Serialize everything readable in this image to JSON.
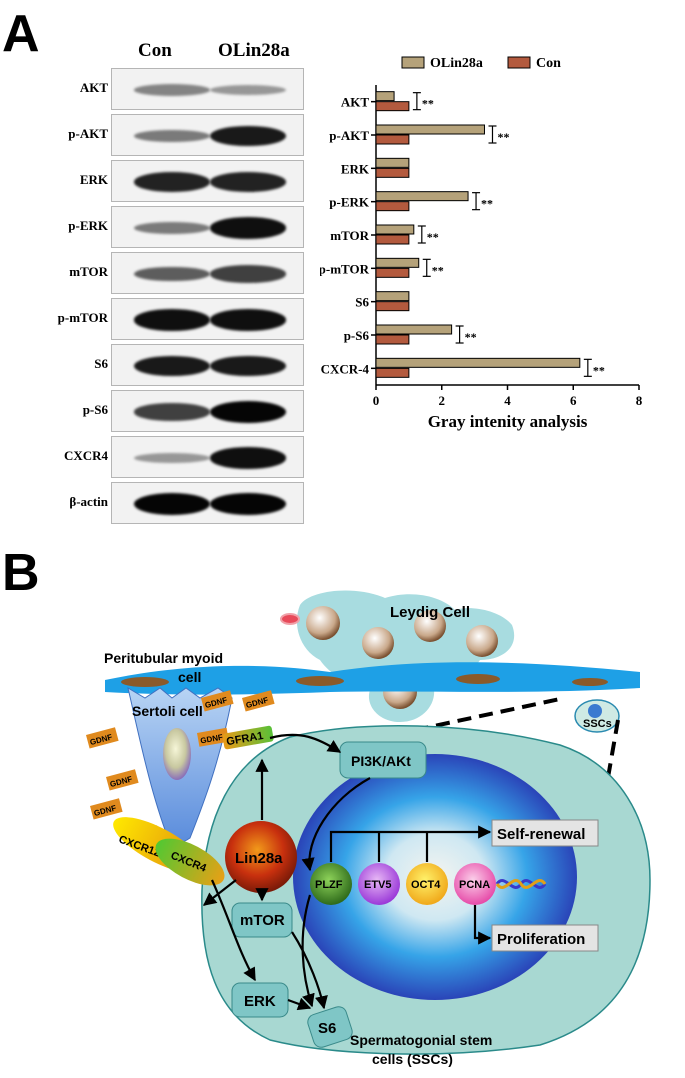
{
  "panel_a": {
    "letter": "A",
    "blot": {
      "col_con": "Con",
      "col_olin": "OLin28a",
      "rows": [
        {
          "label": "AKT",
          "con": 0.35,
          "olin": 0.25
        },
        {
          "label": "p-AKT",
          "con": 0.4,
          "olin": 0.9
        },
        {
          "label": "ERK",
          "con": 0.85,
          "olin": 0.85
        },
        {
          "label": "p-ERK",
          "con": 0.4,
          "olin": 0.95
        },
        {
          "label": "mTOR",
          "con": 0.55,
          "olin": 0.7
        },
        {
          "label": "p-mTOR",
          "con": 0.95,
          "olin": 0.95
        },
        {
          "label": "S6",
          "con": 0.9,
          "olin": 0.9
        },
        {
          "label": "p-S6",
          "con": 0.7,
          "olin": 1.0
        },
        {
          "label": "CXCR4",
          "con": 0.25,
          "olin": 0.95
        },
        {
          "label": "β-actin",
          "con": 1.0,
          "olin": 1.0
        }
      ]
    }
  },
  "chart_data": {
    "type": "bar",
    "orientation": "horizontal",
    "categories": [
      "AKT",
      "p-AKT",
      "ERK",
      "p-ERK",
      "mTOR",
      "p-mTOR",
      "S6",
      "p-S6",
      "CXCR-4"
    ],
    "series": [
      {
        "name": "OLin28a",
        "color": "#b5a27a",
        "values": [
          0.55,
          3.3,
          1.0,
          2.8,
          1.15,
          1.3,
          1.0,
          2.3,
          6.2
        ]
      },
      {
        "name": "Con",
        "color": "#b35a3e",
        "values": [
          1.0,
          1.0,
          1.0,
          1.0,
          1.0,
          1.0,
          1.0,
          1.0,
          1.0
        ]
      }
    ],
    "significance": [
      "**",
      "**",
      "",
      "**",
      "**",
      "**",
      "",
      "**",
      "**"
    ],
    "xlabel": "Gray intenity analysis",
    "ylabel": "",
    "xlim": [
      0,
      8
    ],
    "xticks": [
      "0",
      "2",
      "4",
      "6",
      "8"
    ],
    "grid": false,
    "legend_position": "top"
  },
  "panel_b": {
    "letter": "B",
    "leydig": "Leydig Cell",
    "peritubular": "Peritubular myoid",
    "peritubular_2": "cell",
    "sertoli": "Sertoli cell",
    "ssc_small": "SSCs",
    "gdnf": "GDNF",
    "gfra1": "GFRA1",
    "pi3k": "PI3K/AKt",
    "lin28a": "Lin28a",
    "mtor": "mTOR",
    "erk": "ERK",
    "s6": "S6",
    "cxcr12": "CXCR12",
    "cxcr4": "CXCR4",
    "plzf": "PLZF",
    "etv5": "ETV5",
    "oct4": "OCT4",
    "pcna": "PCNA",
    "self_renewal": "Self-renewal",
    "proliferation": "Proliferation",
    "ssc_label_1": "Spermatogonial stem",
    "ssc_label_2": "cells (SSCs)",
    "colors": {
      "membrane": "#1ea0e6",
      "cell": "#a8d8d2",
      "node": "#7fc6c6",
      "nucleus": "#2b55c8",
      "gdnf": "#e08a1e"
    }
  }
}
